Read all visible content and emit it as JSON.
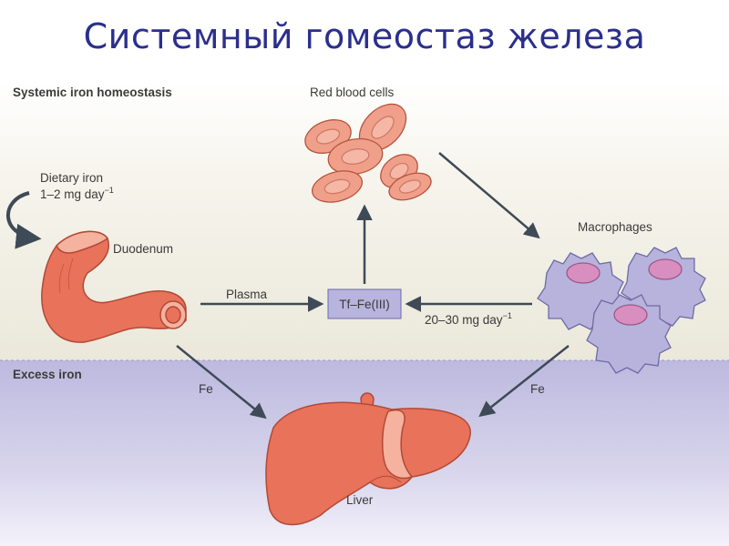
{
  "slide": {
    "title": "Системный гомеостаз железа"
  },
  "sections": {
    "systemic": "Systemic iron homeostasis",
    "excess": "Excess iron"
  },
  "labels": {
    "red_blood_cells": "Red blood cells",
    "dietary_iron": "Dietary iron",
    "dietary_rate": "1–2 mg day",
    "dietary_rate_sup": "−1",
    "duodenum": "Duodenum",
    "macrophages": "Macrophages",
    "plasma": "Plasma",
    "tf_fe": "Tf–Fe(III)",
    "recycle_rate": "20–30 mg day",
    "recycle_rate_sup": "−1",
    "fe_left": "Fe",
    "fe_right": "Fe",
    "liver": "Liver"
  },
  "colors": {
    "title": "#2b2f8c",
    "upper_band": "#efece0",
    "lower_band": "#c9c6e3",
    "organ": "#e8725a",
    "rbc": "#f0a08a",
    "macrophage": "#b7b3dc",
    "nucleus": "#d88fc0",
    "arrow": "#3f4a57",
    "tf_box": "#b7b4dd"
  }
}
